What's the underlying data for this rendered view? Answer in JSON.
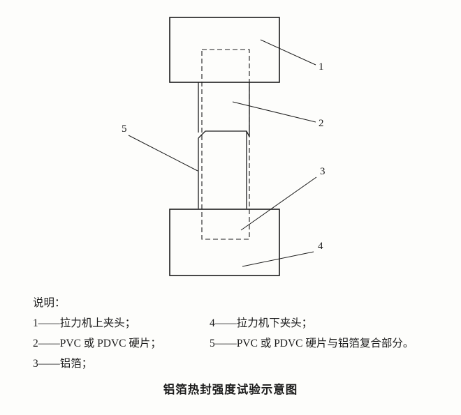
{
  "diagram": {
    "callouts": {
      "c1": "1",
      "c2": "2",
      "c3": "3",
      "c4": "4",
      "c5": "5"
    }
  },
  "legend": {
    "heading": "说明：",
    "rows": [
      {
        "left": "1——拉力机上夹头；",
        "right": "4——拉力机下夹头；"
      },
      {
        "left": "2——PVC 或 PDVC 硬片；",
        "right": "5——PVC 或 PDVC 硬片与铝箔复合部分。"
      },
      {
        "left": "3——铝箔；",
        "right": ""
      }
    ]
  },
  "caption": "铝箔热封强度试验示意图"
}
